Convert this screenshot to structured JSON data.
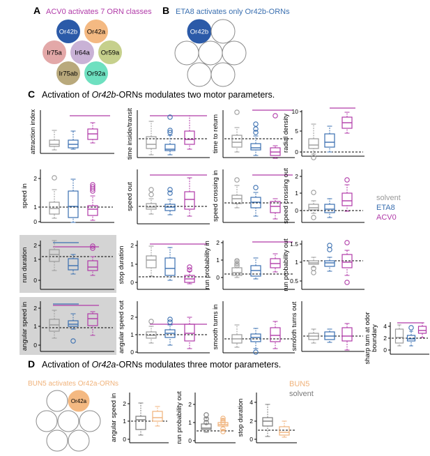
{
  "panelA": {
    "letter": "A",
    "title": "ACV0 activates 7 ORN classes",
    "title_color": "#b03aa8",
    "orn_labels": [
      "Or42b",
      "Or42a",
      "Ir75a",
      "Ir64a",
      "Or59a",
      "Ir75ab",
      "Or92a"
    ],
    "orn_colors": [
      "#2b5aa8",
      "#f4b982",
      "#e3a8a8",
      "#c9b2d6",
      "#c6d08c",
      "#b9a97c",
      "#6ee0c0"
    ]
  },
  "panelB": {
    "letter": "B",
    "title": "ETA8 activates only Or42b-ORNs",
    "title_color": "#3a6fb0",
    "active_label": "Or42b",
    "active_color": "#2b5aa8"
  },
  "panelC": {
    "letter": "C",
    "title_pre": "Activation of ",
    "title_em": "Or42b",
    "title_post": "-ORNs modulates two motor parameters.",
    "legend": [
      {
        "label": "solvent",
        "color": "#9a9a9a"
      },
      {
        "label": "ETA8",
        "color": "#3a6fb0"
      },
      {
        "label": "ACV0",
        "color": "#b03aa8"
      }
    ],
    "plots": [
      {
        "ylabel": "attraction index"
      },
      {
        "ylabel": "time inside/transit"
      },
      {
        "ylabel": "time to return"
      },
      {
        "ylabel": "radial density",
        "ticks": [
          "10",
          "5",
          "0"
        ]
      },
      {
        "ylabel": "speed in",
        "ticks": [
          "2",
          "1",
          "0"
        ]
      },
      {
        "ylabel": "speed out"
      },
      {
        "ylabel": "speed crossing in"
      },
      {
        "ylabel": "speed crossing out",
        "ticks": [
          "2",
          "1",
          "0"
        ]
      },
      {
        "ylabel": "run duration",
        "ticks": [
          "2",
          "1",
          "0"
        ]
      },
      {
        "ylabel": "stop duration",
        "ticks": [
          "2",
          "1",
          "0"
        ]
      },
      {
        "ylabel": "run probability in",
        "ticks": [
          "2",
          "1",
          "0"
        ]
      },
      {
        "ylabel": "run probability out",
        "ticks": [
          "1.5",
          "1",
          "0.5"
        ]
      },
      {
        "ylabel": "angular speed in",
        "ticks": [
          "2",
          "1",
          "0"
        ]
      },
      {
        "ylabel": "angular speed out",
        "ticks": [
          "2",
          "1",
          "0"
        ]
      },
      {
        "ylabel": "smooth turns in"
      },
      {
        "ylabel": "smooth turns out"
      },
      {
        "ylabel": "sharp turn at odor boundary",
        "ticks": [
          "4",
          "2",
          "0"
        ]
      }
    ]
  },
  "panelD": {
    "letter": "D",
    "title_pre": "Activation of ",
    "title_em": "Or42a",
    "title_post": "-ORNs modulates three motor parameters.",
    "subtitle": "BUN5 activates Or42a-ORNs",
    "subtitle_color": "#f0b27a",
    "active_label": "Or42a",
    "active_color": "#f4b982",
    "legend": [
      {
        "label": "BUN5",
        "color": "#f0b27a"
      },
      {
        "label": "solvent",
        "color": "#7a7a7a"
      }
    ],
    "plots": [
      {
        "ylabel": "angular speed in",
        "ticks": [
          "2",
          "1",
          "0"
        ]
      },
      {
        "ylabel": "run probability out",
        "ticks": [
          "2",
          "1",
          "0"
        ]
      },
      {
        "ylabel": "stop duration",
        "ticks": [
          "4",
          "2",
          "0"
        ]
      }
    ]
  }
}
